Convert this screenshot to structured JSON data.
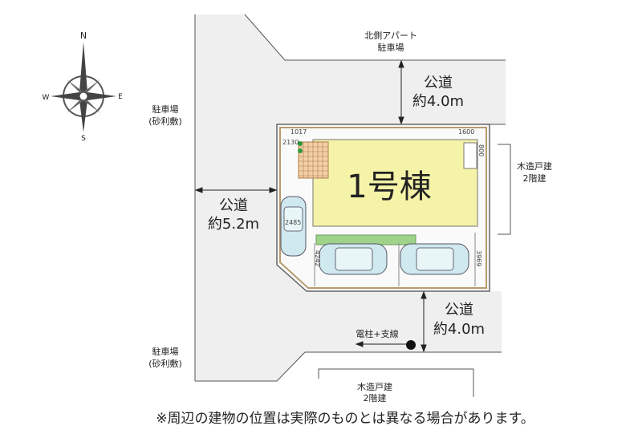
{
  "compass": {
    "n": "N",
    "s": "S",
    "e": "E",
    "w": "W"
  },
  "north_neighbor": {
    "line1": "北側アパート",
    "line2": "駐車場"
  },
  "north_road": {
    "label": "公道",
    "width": "約4.0m"
  },
  "west_road": {
    "label": "公道",
    "width": "約5.2m"
  },
  "south_road": {
    "label": "公道",
    "width": "約4.0m"
  },
  "west_parking_top": {
    "line1": "駐車場",
    "line2": "(砂利敷)"
  },
  "west_parking_bottom": {
    "line1": "駐車場",
    "line2": "(砂利敷)"
  },
  "east_house": {
    "line1": "木造戸建",
    "line2": "2階建"
  },
  "south_house": {
    "line1": "木造戸建",
    "line2": "2階建"
  },
  "building": {
    "label": "1号棟"
  },
  "pole": {
    "label": "電柱+支線"
  },
  "dimensions": {
    "d1": "1017",
    "d2": "2130",
    "d3": "1600",
    "d4": "800",
    "d5": "2485",
    "d6": "4242",
    "d7": "3969"
  },
  "note": "※周辺の建物の位置は実際のものとは異なる場合があります。",
  "colors": {
    "road": "#efefef",
    "building": "#f5f3a8",
    "car": "#cfe9ee",
    "green": "#9fd38a",
    "deck": "#f2d0a8"
  }
}
